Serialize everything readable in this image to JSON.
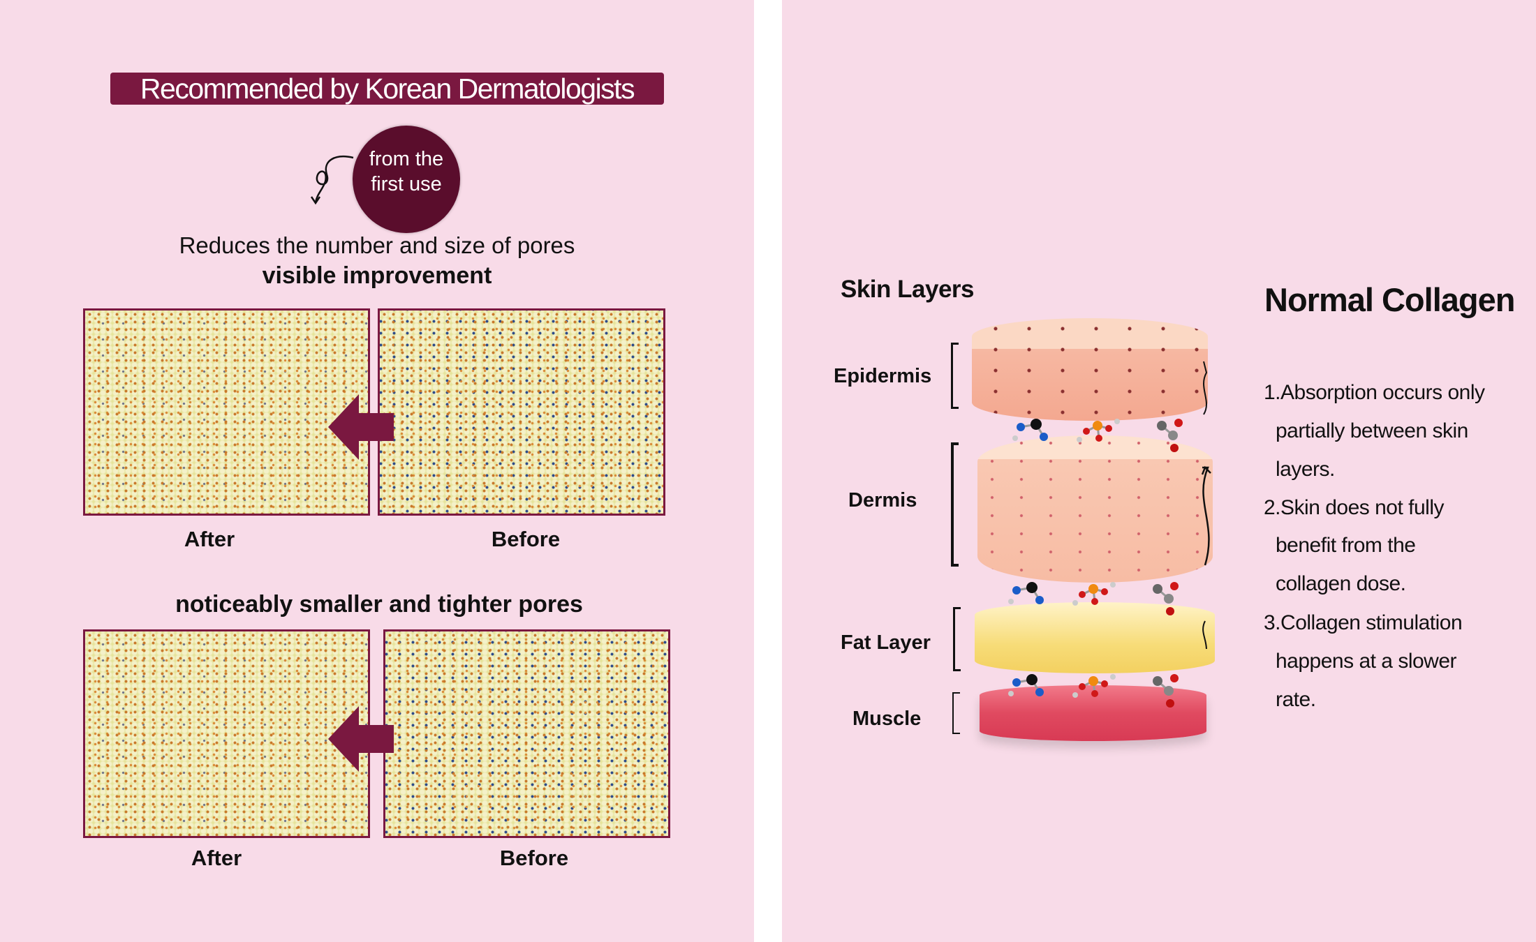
{
  "left": {
    "banner": "Recommended by Korean Dermatologists",
    "badge": {
      "line1": "from the",
      "line2": "first use"
    },
    "subtitle": "Reduces the number and size of pores",
    "heading1": "visible improvement",
    "row1": {
      "after": "After",
      "before": "Before"
    },
    "heading2": "noticeably smaller and tighter pores",
    "row2": {
      "after": "After",
      "before": "Before"
    },
    "accent": "#7a1840"
  },
  "right": {
    "skin_layers_title": "Skin Layers",
    "title": "Normal Collagen",
    "layers": [
      "Epidermis",
      "Dermis",
      "Fat Layer",
      "Muscle"
    ],
    "list": [
      [
        "1.",
        "Absorption occurs only",
        "partially between skin",
        "layers."
      ],
      [
        "2.",
        "Skin does not fully",
        "benefit from the",
        "collagen dose."
      ],
      [
        "3.",
        "Collagen stimulation",
        "happens at a slower",
        "rate."
      ]
    ]
  }
}
